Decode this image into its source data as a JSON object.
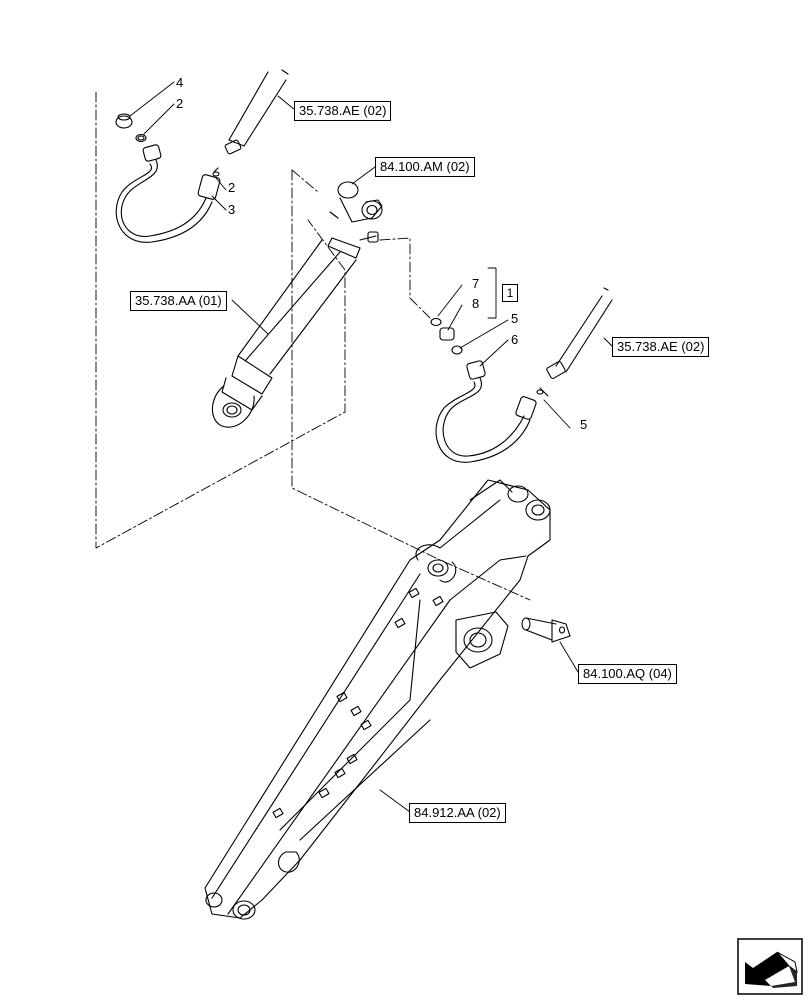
{
  "diagram": {
    "references": {
      "arm_cylinder_line_upper": "35.738.AE (02)",
      "cylinder_pin": "84.100.AM (02)",
      "arm_cylinder": "35.738.AA (01)",
      "arm_cylinder_line_right": "35.738.AE (02)",
      "arm_pin": "84.100.AQ (04)",
      "arm": "84.912.AA (02)"
    },
    "callouts": {
      "c4": "4",
      "c2a": "2",
      "c2b": "2",
      "c3": "3",
      "c7": "7",
      "c8": "8",
      "c5a": "5",
      "c6": "6",
      "c5b": "5"
    },
    "group_marker": "1",
    "navigation": {
      "icon": "arrow-icon"
    }
  }
}
